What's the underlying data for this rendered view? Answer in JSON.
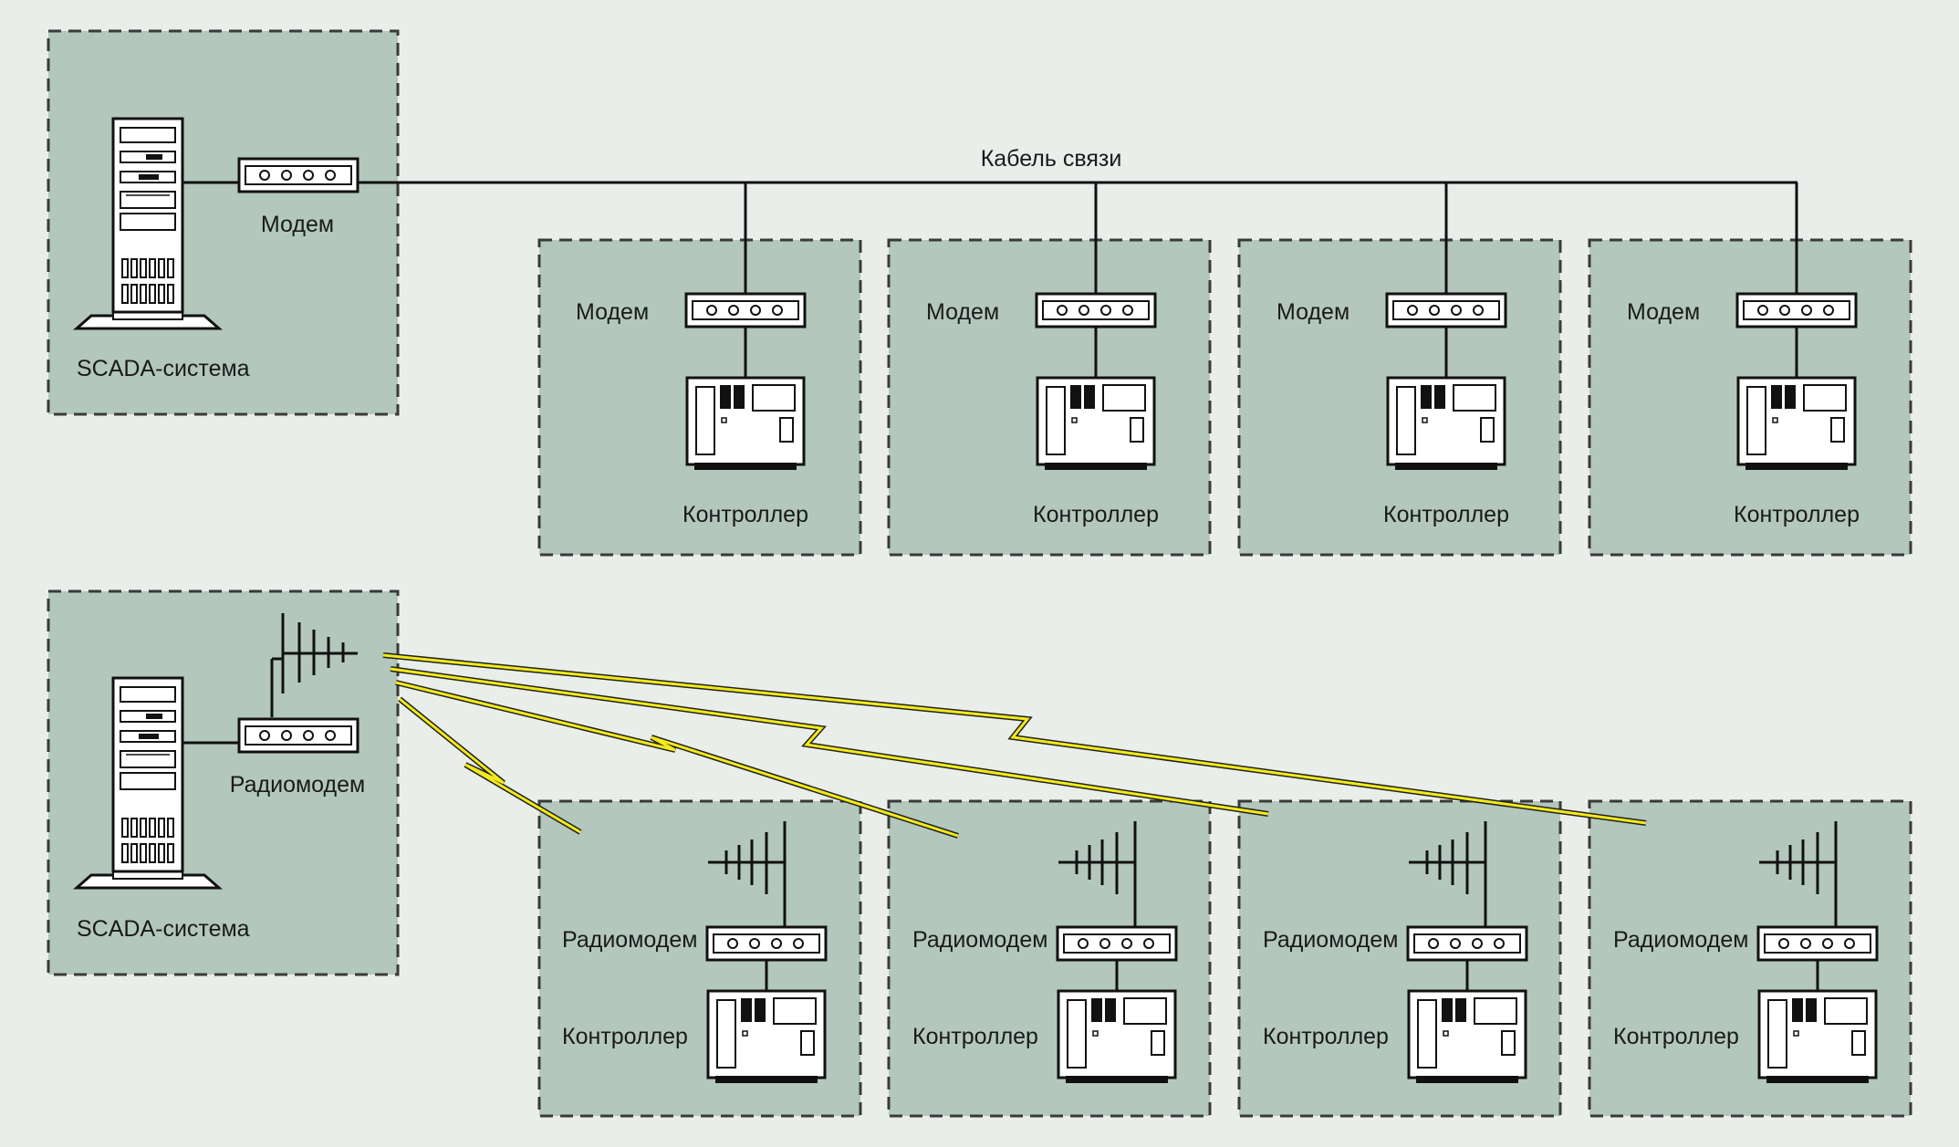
{
  "colors": {
    "background": "#e9eeea",
    "panel": "#b3c7bd",
    "panel_border": "#3a3a3a",
    "wire": "#111111",
    "radio_link": "#f2ea1a",
    "device_fill": "#ffffff"
  },
  "icons": {
    "server": "server-tower-icon",
    "modem": "modem-icon",
    "controller": "controller-icon",
    "antenna": "antenna-icon",
    "radio_link": "lightning-link-icon"
  },
  "wired": {
    "cable_label": "Кабель связи",
    "scada": {
      "system_label": "SCADA-система",
      "modem_label": "Модем"
    },
    "nodes": [
      {
        "modem_label": "Модем",
        "controller_label": "Контроллер"
      },
      {
        "modem_label": "Модем",
        "controller_label": "Контроллер"
      },
      {
        "modem_label": "Модем",
        "controller_label": "Контроллер"
      },
      {
        "modem_label": "Модем",
        "controller_label": "Контроллер"
      }
    ]
  },
  "radio": {
    "scada": {
      "system_label": "SCADA-система",
      "modem_label": "Радиомодем"
    },
    "nodes": [
      {
        "modem_label": "Радиомодем",
        "controller_label": "Контроллер"
      },
      {
        "modem_label": "Радиомодем",
        "controller_label": "Контроллер"
      },
      {
        "modem_label": "Радиомодем",
        "controller_label": "Контроллер"
      },
      {
        "modem_label": "Радиомодем",
        "controller_label": "Контроллер"
      }
    ]
  }
}
